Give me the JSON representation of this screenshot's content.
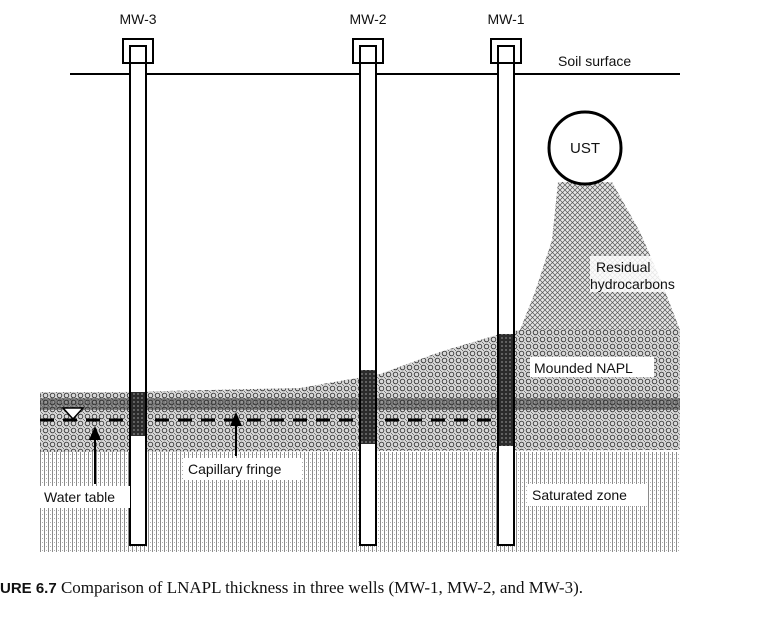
{
  "wells": [
    {
      "id": "mw3",
      "label": "MW-3"
    },
    {
      "id": "mw2",
      "label": "MW-2"
    },
    {
      "id": "mw1",
      "label": "MW-1"
    }
  ],
  "labels": {
    "soil_surface": "Soil surface",
    "ust": "UST",
    "residual_line1": "Residual",
    "residual_line2": "hydrocarbons",
    "mounded_napl": "Mounded NAPL",
    "capillary_fringe": "Capillary fringe",
    "water_table": "Water table",
    "saturated_zone": "Saturated zone"
  },
  "caption": {
    "figure_label": "URE 6.7",
    "text": "Comparison of LNAPL thickness in three wells (MW-1, MW-2, and MW-3)."
  }
}
